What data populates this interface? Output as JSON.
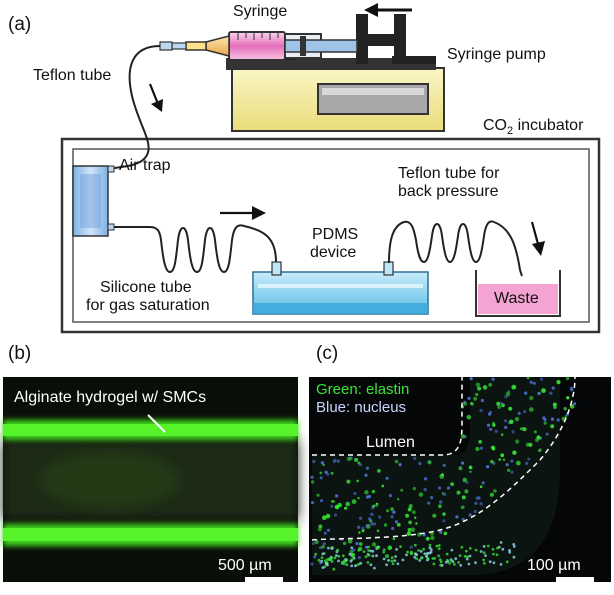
{
  "panel_a": {
    "label": "(a)",
    "syringe": "Syringe",
    "syringe_pump": "Syringe pump",
    "teflon_tube": "Teflon tube",
    "co2_incubator_prefix": "CO",
    "co2_incubator_sub": "2",
    "co2_incubator_suffix": " incubator",
    "air_trap": "Air trap",
    "teflon_back_line1": "Teflon tube for",
    "teflon_back_line2": "back pressure",
    "pdms_line1": "PDMS",
    "pdms_line2": "device",
    "silicone_line1": "Silicone tube",
    "silicone_line2": "for gas saturation",
    "waste": "Waste"
  },
  "panel_b": {
    "label": "(b)",
    "annotation": "Alginate hydrogel w/ SMCs",
    "scale_bar": "500 µm"
  },
  "panel_c": {
    "label": "(c)",
    "legend_green": "Green: elastin",
    "legend_blue": "Blue: nucleus",
    "lumen": "Lumen",
    "scale_bar": "100 µm"
  },
  "colors": {
    "pump_body": "#f3eca0",
    "syringe_pink": "#e98bc6",
    "air_trap_blue": "#a8cdee",
    "pdms_blue": "#8fd3ef",
    "waste_pink": "#f4a3d3",
    "hydrogel_green": "#44ee1e",
    "elastin_green": "#35e036",
    "nucleus_blue": "#4a6fd0"
  },
  "icons": [
    "syringe-icon",
    "syringe-pump-icon",
    "arrow-icon",
    "coil-icon"
  ]
}
